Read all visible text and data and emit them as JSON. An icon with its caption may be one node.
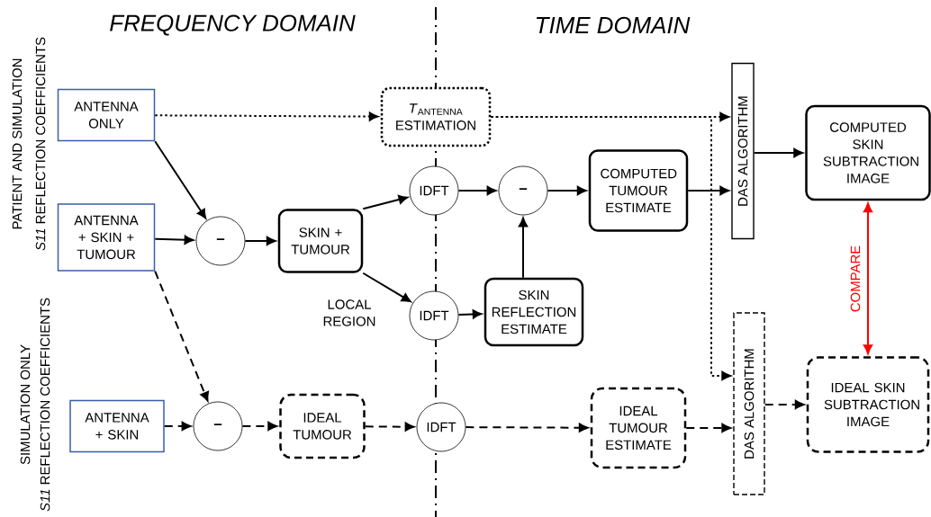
{
  "diagram": {
    "nodes": [
      {
        "text": [
          "ANTENNA ONLY"
        ]
      },
      {
        "text": [
          "*T*$_{ANTENNA}$ ESTIMATION"
        ]
      },
      {
        "text": [
          "DAS ALGORITHM"
        ]
      },
      {
        "text": [
          "COMPUTED SKIN SUBTRACTION IMAGE"
        ]
      },
      {
        "text": [
          "ANTENNA + SKIN + TUMOUR"
        ]
      },
      {
        "text": [
          "–"
        ]
      },
      {
        "text": [
          "SKIN + TUMOUR"
        ]
      },
      {
        "text": [
          "IDFT"
        ]
      },
      {
        "text": [
          "–"
        ]
      },
      {
        "text": [
          "COMPUTED TUMOUR ESTIMATE"
        ]
      },
      {
        "text": [
          "IDFT"
        ]
      },
      {
        "text": [
          "SKIN REFLECTION ESTIMATE"
        ]
      },
      {
        "text": [
          "DAS ALGORITHM"
        ]
      },
      {
        "text": [
          "IDEAL SKIN SUBTRACTION IMAGE"
        ]
      },
      {
        "text": [
          "ANTENNA + SKIN"
        ]
      },
      {
        "text": [
          "–"
        ]
      },
      {
        "text": [
          "IDEAL TUMOUR"
        ]
      },
      {
        "text": [
          "IDFT"
        ]
      },
      {
        "text": [
          "IDEAL TUMOUR ESTIMATE"
        ]
      }
    ],
    "edges": [
      {
        "from": 0,
        "to": 1,
        "arrow": "to",
        "style": "dashed"
      },
      {
        "from": 1,
        "to": 2,
        "arrow": "to",
        "style": "dashed"
      },
      {
        "from": 1,
        "to": 12,
        "arrow": "to",
        "style": "dashed"
      },
      {
        "from": 0,
        "to": 5,
        "arrow": "to"
      },
      {
        "from": 4,
        "to": 5,
        "arrow": "to"
      },
      {
        "from": 5,
        "to": 6,
        "arrow": "to"
      },
      {
        "from": 6,
        "to": 7,
        "arrow": "to"
      },
      {
        "from": 6,
        "to": 10,
        "arrow": "to",
        "label": "LOCAL REGION"
      },
      {
        "from": 7,
        "to": 8,
        "arrow": "to"
      },
      {
        "from": 8,
        "to": 9,
        "arrow": "to"
      },
      {
        "from": 10,
        "to": 11,
        "arrow": "to"
      },
      {
        "from": 11,
        "to": 8,
        "arrow": "to"
      },
      {
        "from": 9,
        "to": 2,
        "arrow": "to"
      },
      {
        "from": 2,
        "to": 3,
        "arrow": "to"
      },
      {
        "from": 3,
        "to": 13,
        "arrow": "both",
        "label": "COMPARE",
        "color": "#ff0000"
      },
      {
        "from": 4,
        "to": 15,
        "arrow": "to",
        "style": "dashed"
      },
      {
        "from": 14,
        "to": 15,
        "arrow": "to",
        "style": "dashed"
      },
      {
        "from": 15,
        "to": 16,
        "arrow": "to",
        "style": "dashed"
      },
      {
        "from": 16,
        "to": 17,
        "arrow": "to",
        "style": "dashed"
      },
      {
        "from": 17,
        "to": 18,
        "arrow": "to",
        "style": "dashed"
      },
      {
        "from": 18,
        "to": 12,
        "arrow": "to",
        "style": "dashed"
      },
      {
        "from": 12,
        "to": 13,
        "arrow": "to",
        "style": "dashed"
      }
    ],
    "labels": [
      "FREQUENCY DOMAIN",
      "TIME DOMAIN",
      "PATIENT AND SIMULATION",
      "*S11* REFLECTION COEFFICIENTS",
      "SIMULATION ONLY",
      "*S11* REFLECTION COEFFICIENTS"
    ]
  }
}
